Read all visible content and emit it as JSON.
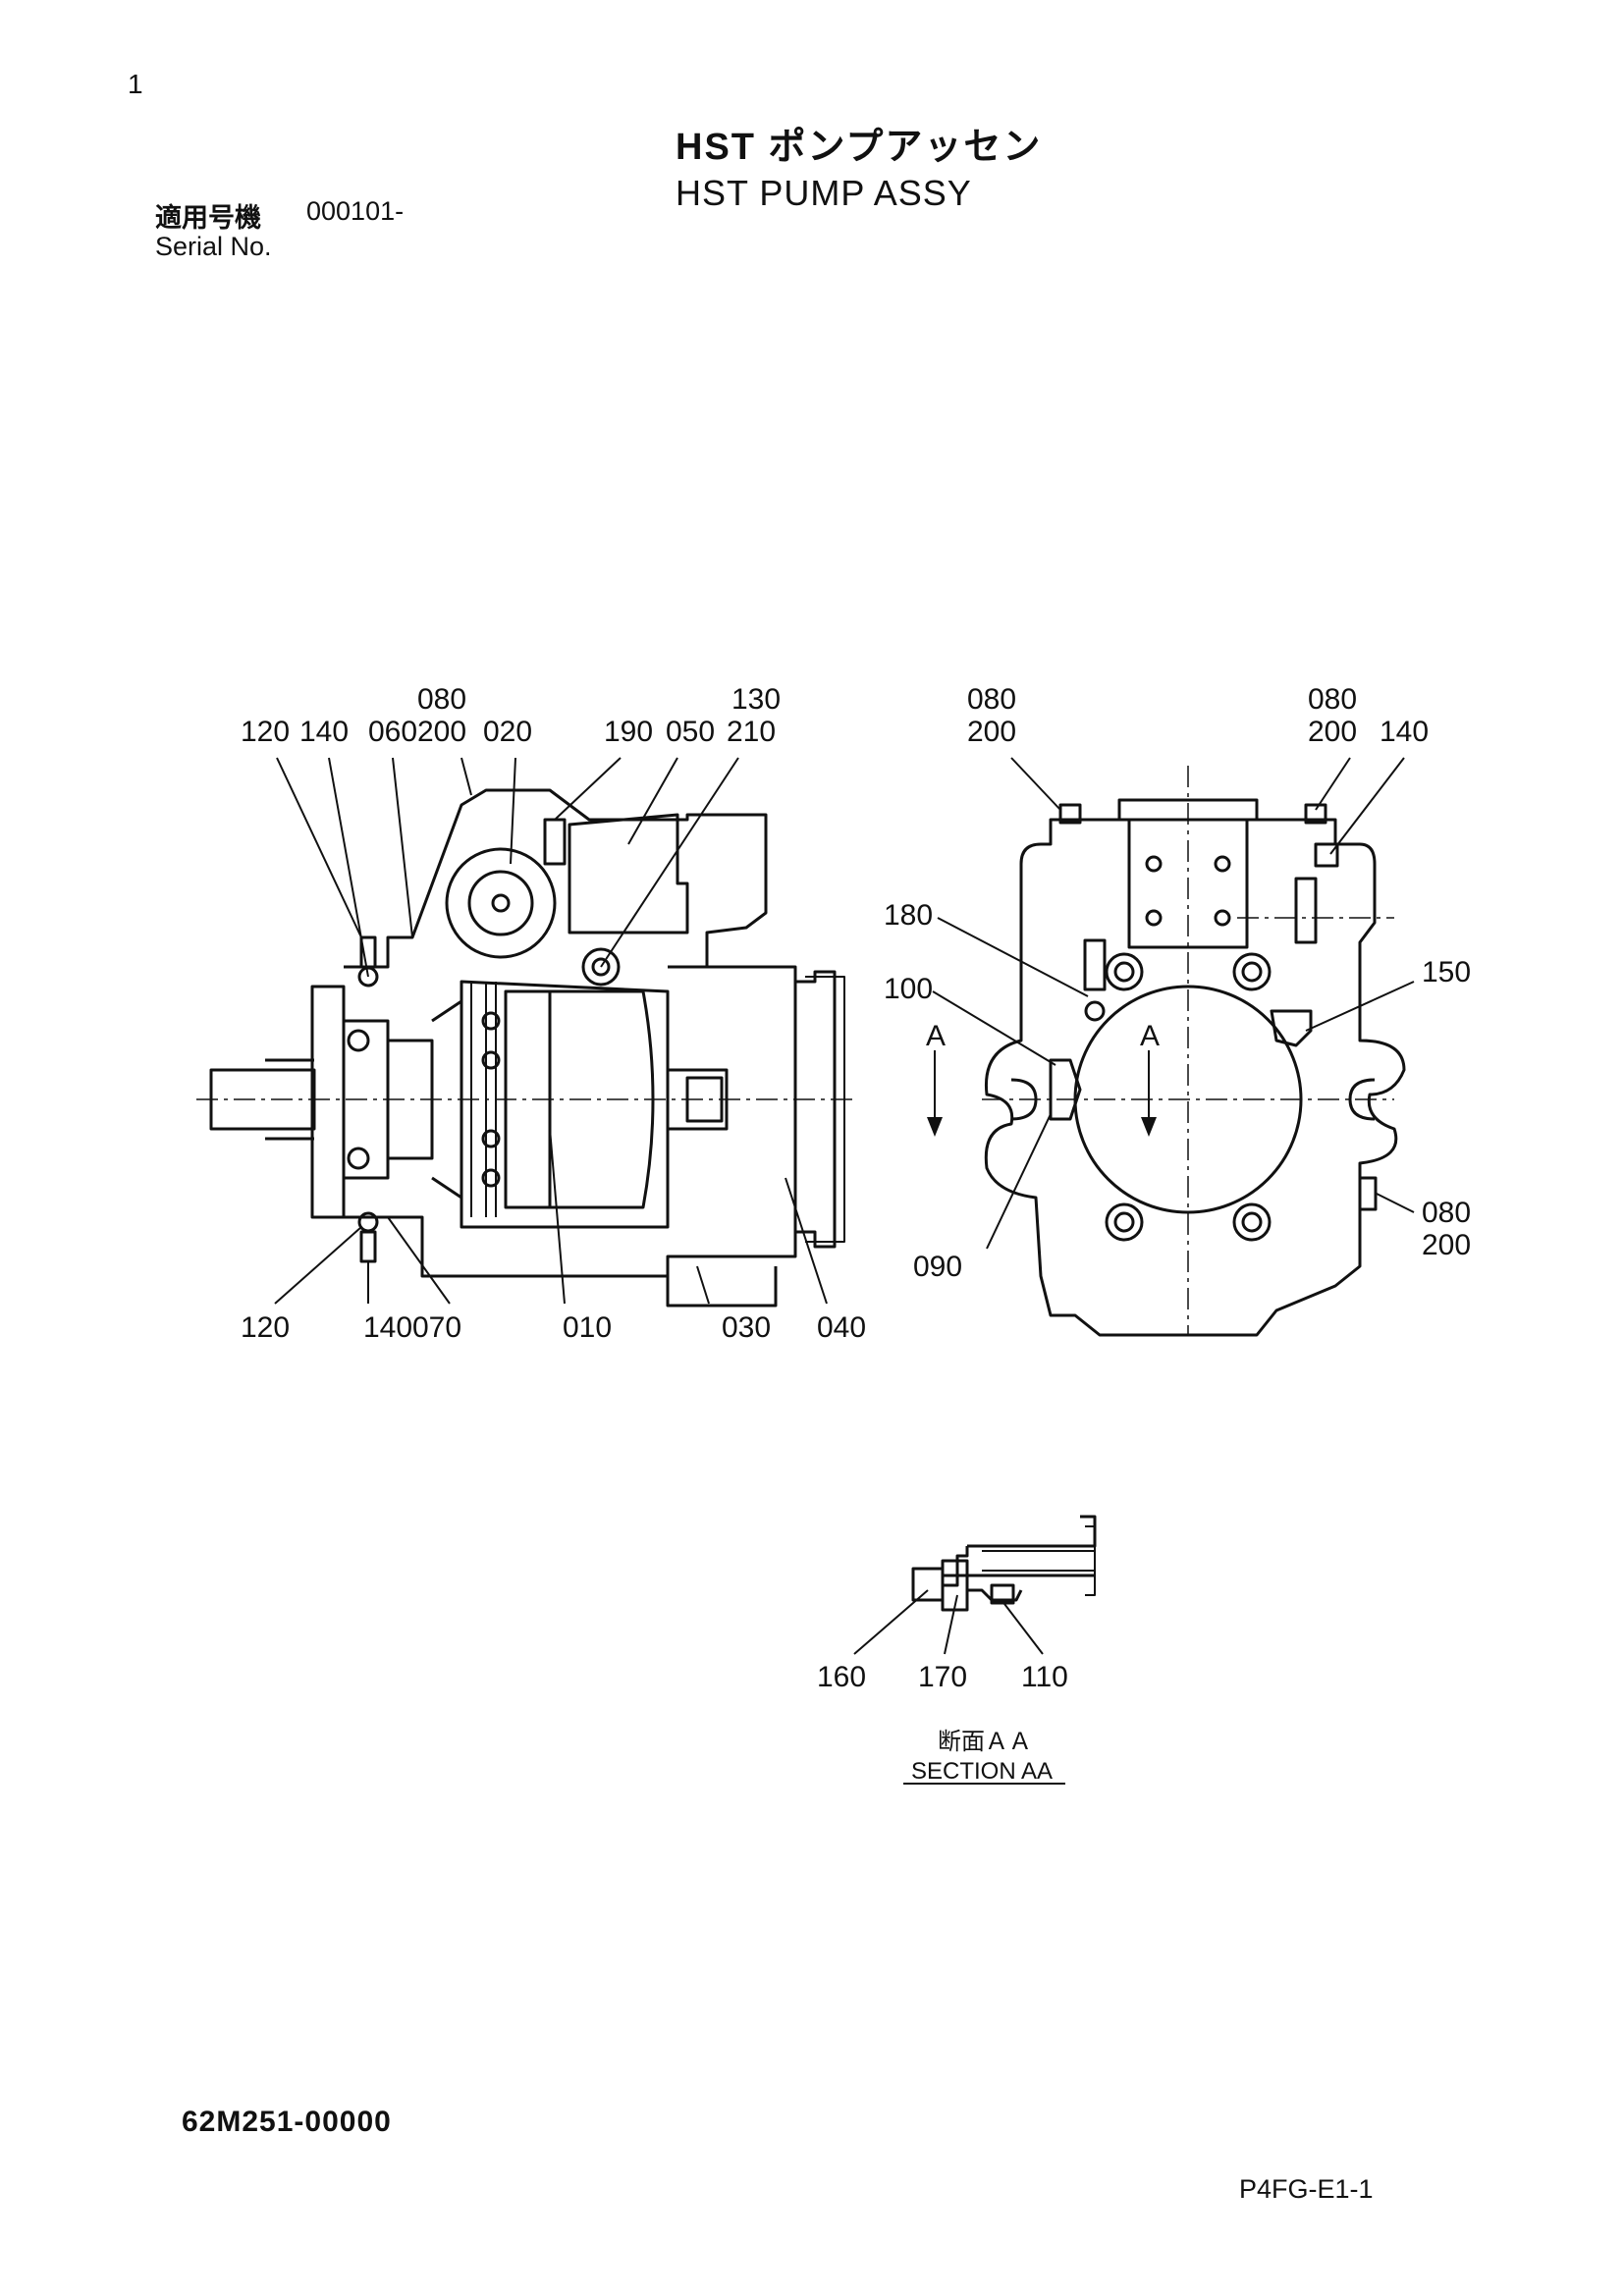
{
  "page_number": "1",
  "title_jp": "HST ポンプアッセン",
  "title_en": "HST PUMP ASSY",
  "serial": {
    "label_jp": "適用号機",
    "value": "000101-",
    "label_en": "Serial No."
  },
  "callouts_side": {
    "top_row1": [
      "080",
      "130"
    ],
    "top_row2": [
      "120",
      "140",
      "060",
      "200",
      "020",
      "190",
      "050",
      "210"
    ],
    "bottom": [
      "120",
      "140",
      "070",
      "010",
      "030",
      "040"
    ]
  },
  "callouts_front": {
    "top_left": [
      "080",
      "200"
    ],
    "top_right": [
      "080",
      "200",
      "140"
    ],
    "left": [
      "180",
      "100",
      "090"
    ],
    "right": [
      "150",
      "080",
      "200"
    ],
    "section_marks": [
      "A",
      "A"
    ]
  },
  "section_detail": {
    "callouts": [
      "160",
      "170",
      "110"
    ],
    "caption_jp": "断面ＡＡ",
    "caption_en": "SECTION AA"
  },
  "doc_number": "62M251-00000",
  "page_code": "P4FG-E1-1"
}
